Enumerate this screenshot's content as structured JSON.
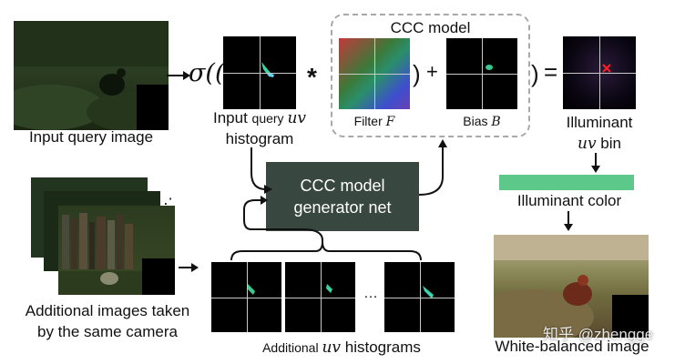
{
  "labels": {
    "input_query_image": "Input query image",
    "input_hist_line1_a": "Input ",
    "input_hist_line1_b": "query ",
    "input_hist_uv": "uv",
    "input_hist_line2": "histogram",
    "ccc_model": "CCC model",
    "filter": "Filter ",
    "filter_sym": "F",
    "bias": "Bias ",
    "bias_sym": "B",
    "illuminant_line1": "Illuminant",
    "illuminant_uv": "uv",
    "illuminant_bin": " bin",
    "illuminant_color": "Illuminant color",
    "generator_line1": "CCC model",
    "generator_line2": "generator net",
    "additional_line1": "Additional images taken",
    "additional_line2": "by the same camera",
    "additional_hist_a": "Additional ",
    "additional_hist_uv": "uv",
    "additional_hist_b": " histograms",
    "white_balanced": "White-balanced image",
    "sigma": "σ((",
    "times": "*",
    "close_paren_1": ")",
    "plus": "+",
    "close_paren_2": ")",
    "equals": "=",
    "ellipsis": "…",
    "stack_dots": "⋰",
    "watermark": "知乎 @zhengge"
  },
  "colors": {
    "generator_fill": "#38473f",
    "illuminant_color_bar": "#5cc98a",
    "dashed_border": "#a9a9a9"
  }
}
